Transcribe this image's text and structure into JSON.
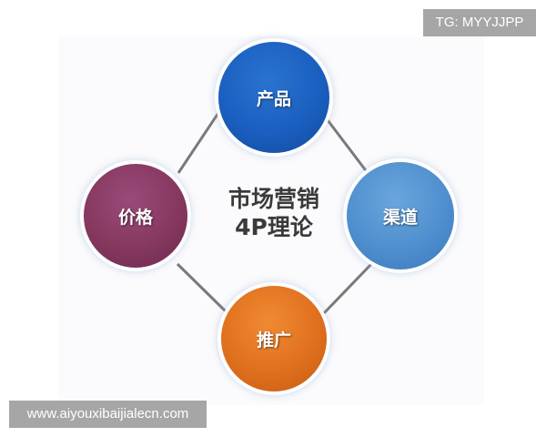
{
  "diagram": {
    "title_line1": "市场营销",
    "title_line2": "4P理论",
    "nodes": [
      {
        "position": "top",
        "label": "产品",
        "color": "#1a5fc0"
      },
      {
        "position": "right",
        "label": "渠道",
        "color": "#4f8fcf"
      },
      {
        "position": "bottom",
        "label": "推广",
        "color": "#e0701e"
      },
      {
        "position": "left",
        "label": "价格",
        "color": "#86385f"
      }
    ],
    "connector_color": "#7a7a7a"
  },
  "watermarks": {
    "top_right": "TG: MYYJJPP",
    "bottom_left": "www.aiyouxibaijialecn.com"
  }
}
